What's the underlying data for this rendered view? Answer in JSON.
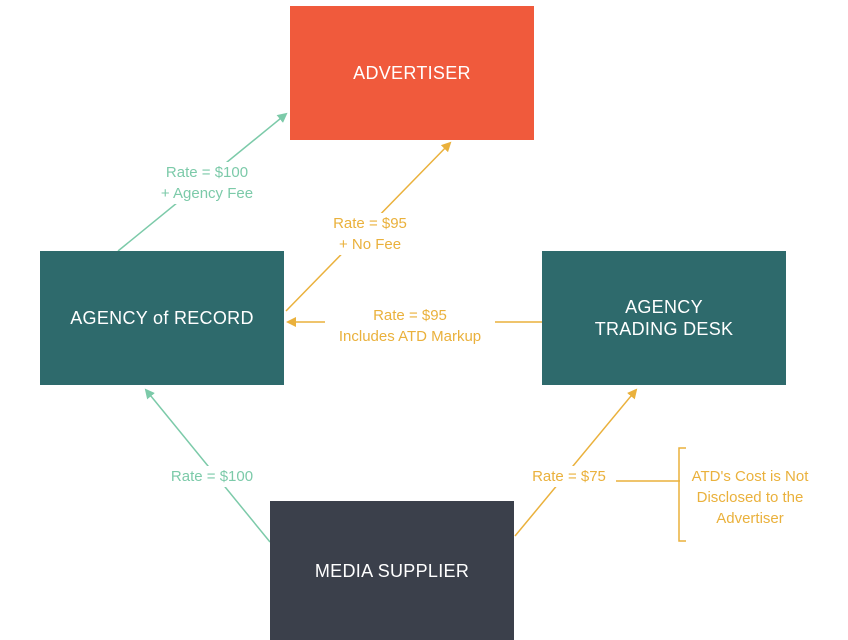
{
  "colors": {
    "advertiser": "#f05a3c",
    "teal": "#2e6a6c",
    "supplier": "#3b404b",
    "green": "#7ccaa9",
    "gold": "#eab13c"
  },
  "nodes": {
    "advertiser": "ADVERTISER",
    "agency_of_record": "AGENCY of RECORD",
    "agency_trading_desk": [
      "AGENCY",
      "TRADING DESK"
    ],
    "media_supplier": "MEDIA SUPPLIER"
  },
  "edges": {
    "aor_to_advertiser": [
      "Rate = $100",
      "+ Agency Fee"
    ],
    "aor_to_advertiser_no_fee": [
      "Rate = $95",
      "+ No Fee"
    ],
    "atd_to_aor": [
      "Rate = $95",
      "Includes ATD Markup"
    ],
    "supplier_to_aor": "Rate = $100",
    "supplier_to_atd": "Rate = $75"
  },
  "note": [
    "ATD's Cost is Not",
    "Disclosed to the",
    "Advertiser"
  ]
}
